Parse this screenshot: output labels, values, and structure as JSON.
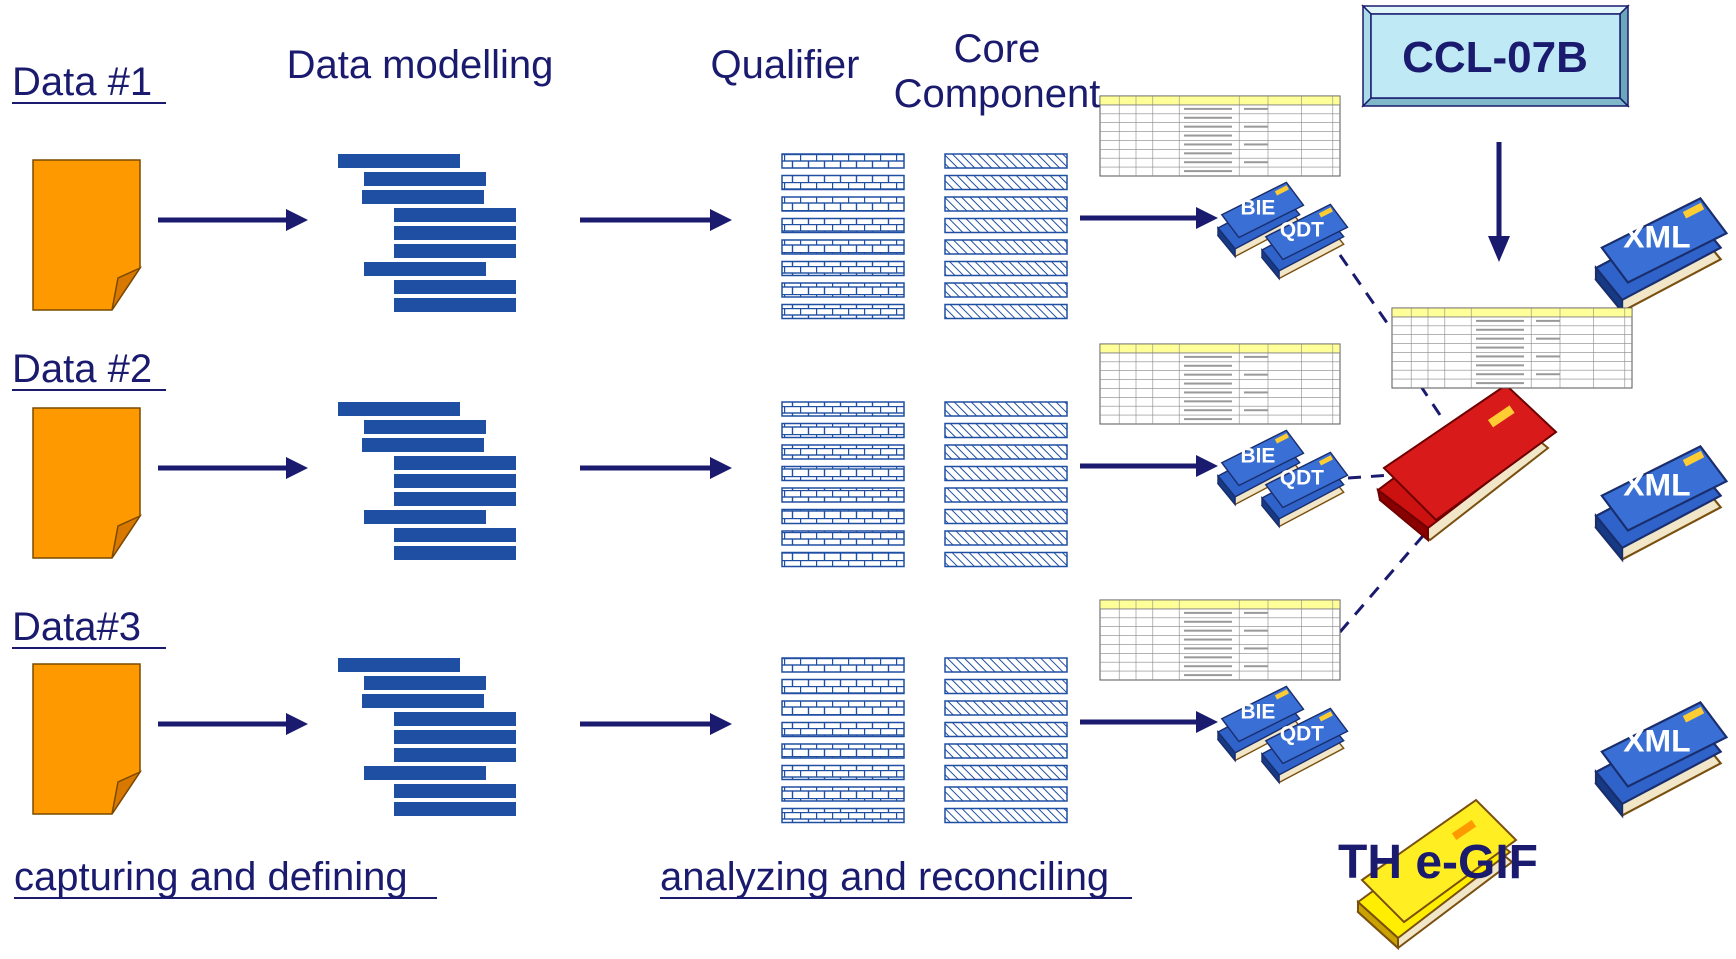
{
  "rows": [
    {
      "data_label": "Data #1"
    },
    {
      "data_label": "Data #2"
    },
    {
      "data_label": "Data#3"
    }
  ],
  "headers": {
    "data_modelling": "Data modelling",
    "qualifier": "Qualifier",
    "core_line1": "Core",
    "core_line2": "Component"
  },
  "ccl_box": "CCL-07B",
  "book_labels": {
    "bie": "BIE",
    "qdt": "QDT",
    "xml": "XML",
    "th_egif": "TH e-GIF"
  },
  "footer": {
    "capturing": "capturing and defining",
    "analyzing": "analyzing and reconciling"
  },
  "colors": {
    "navy": "#1a1a6e",
    "doc_orange": "#ff9900",
    "bar_blue": "#1f4fa3",
    "book_blue": "#2f63c9",
    "book_red": "#cc1111",
    "book_yellow": "#ffee00",
    "ccl_fill": "#bfeaf5",
    "sheet_yellow": "#ffff99"
  }
}
